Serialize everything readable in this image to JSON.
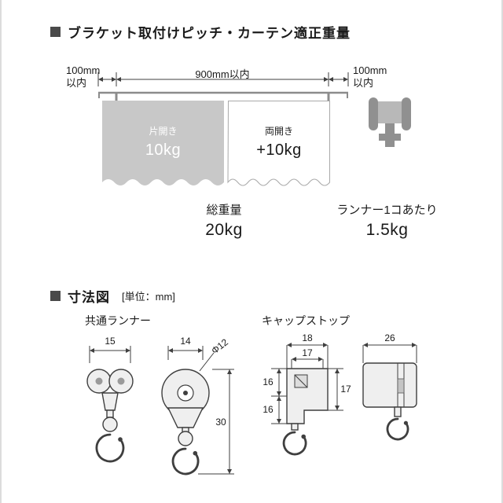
{
  "colors": {
    "bullet": "#4a4a4a",
    "curtain_gray": "#c8c8c8",
    "outline": "#3f3f3f",
    "rail": "#8c8c8c",
    "bracket_icon": "#909090"
  },
  "section1": {
    "title": "ブラケット取付けピッチ・カーテン適正重量",
    "dim_left_1": "100mm",
    "dim_left_2": "以内",
    "dim_center": "900mm以内",
    "dim_right_1": "100mm",
    "dim_right_2": "以内",
    "curtain_single_label": "片開き",
    "curtain_single_weight": "10kg",
    "curtain_double_label": "両開き",
    "curtain_double_weight": "+10kg",
    "total_label": "総重量",
    "total_value": "20kg",
    "runner_per_label": "ランナー1コあたり",
    "runner_per_value": "1.5kg"
  },
  "section2": {
    "title": "寸法図",
    "unit": "[単位：mm]",
    "runner_heading": "共通ランナー",
    "cap_heading": "キャップストップ",
    "dim_runner_side_w": "15",
    "dim_runner_front_w": "14",
    "dim_runner_dia": "Φ12",
    "dim_runner_h": "30",
    "dim_cap_outer_w": "18",
    "dim_cap_inner_w": "17",
    "dim_cap_upper_h": "16",
    "dim_cap_lower_h": "16",
    "dim_cap_right_h": "17",
    "dim_cap_front_w": "26"
  }
}
